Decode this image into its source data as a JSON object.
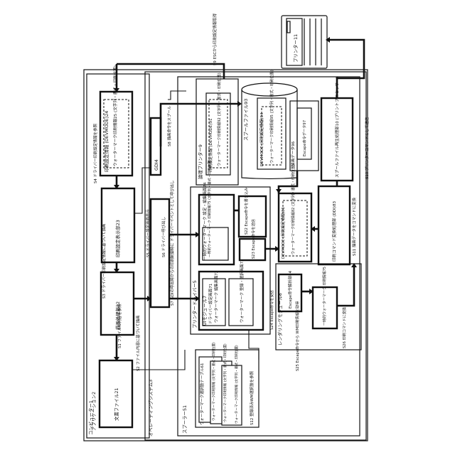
{
  "labels": {
    "computer": "コンピューター1",
    "application": "アプリケーション2",
    "os": "オペレーティングシステム3",
    "document_file": "文書ファイル21",
    "edit_processing": "描画処理部22",
    "print_setting_editor": "印刷設定表示部23",
    "printer_setting_info_a": "印刷設定情報 (DEVMODE)24",
    "printer_setting_info_a_sub": "ウォーターマーク印刷情報25 (文字列・書式・印刷位置)",
    "gdi": "GDI4",
    "printer_driver": "プリンタードライバー5",
    "temp_watermark_a": "一時的ウォーターマーク 設定・編集画面74",
    "temp_watermark_b": "一時的ウォーターマーク 印刷情報75 (文字列・書式・印刷位置)",
    "ui_module": "UIモジュール7",
    "driver_setting_screen": "ドライバー設定画面71",
    "watermark_edit_screen": "ウォーターマーク 編集画面72",
    "watermark_select_screen": "ウォーターマーク 登録・選択画面73",
    "rendering_module": "レンダリングモジュール8",
    "escape_analysis": "Escape命令解析部84",
    "temp_watermark_render": "一時的ウォーターマーク 印刷情報75",
    "devmode_info_render": "DEVMODE (印刷設定情報)81",
    "devmode_info_render_sub": "ウォーターマーク印刷情報82 (文字列・書式・印刷位置)",
    "print_command_gen": "印刷コマンド変換処理部 (DDI)83",
    "logical_printer": "論理プリンター9",
    "logical_devmode": "印刷設定情報 (DEVMODE)91",
    "logical_devmode_sub": "ウォーターマーク印刷情報92 (文字列・書式・印刷位置)",
    "spool_file": "スプールファイル93",
    "spool_devmode": "DEVMODE (印刷設定情報)94",
    "spool_devmode_sub": "ウォーターマーク印刷情報95 (文字列・書式・印刷位置)",
    "drawing_data": "描画データ96",
    "escape_command_data": "Escape命令データ97",
    "spool_process": "スプールファイル再生処理部10 (プリントプロセッサー)",
    "spooler": "スプーラー51",
    "registry_table": "ウォーターマーク選択肢テーブル61",
    "registry_item_1": "ウォーターマーク印刷情報 (文字列・書式・印刷位置)",
    "registry_item_2": "ウォーターマーク印刷情報 (文字列・書式・印刷位置)",
    "registry_item_3": "ウォーターマーク印刷情報 (文字列・書式・印刷位置)",
    "printer": "プリンター11",
    "spool_file_print_data": "スプールファイル再生",
    "s1": "S1 ファイルの内容を参照",
    "s2": "S2 ファイル内容に基づいて描画",
    "s3": "S3 ドライバー印刷設定情報に基づいて描画",
    "s4": "S4 ドライバー印刷設定情報を参照",
    "s5": "S5 ドライバー設定画面表示",
    "s6": "S6 ドライバー呼び出し",
    "s7": "S7 GDIの呼出時からの印刷制御時に ドライバーイベントとして呼び出し",
    "s8": "S8 描画命令をスプール",
    "s9": "S9 ESCから印刷設定情報取得",
    "s10": "S10 プリンターコマンドとして送信",
    "s11": "S11 描画データをコマンドに変換",
    "s12": "S12 登録済みWM選択肢を参照",
    "s21": "S21 ドライバー印刷設定情報",
    "s22": "S22 Escape命令を書き込み",
    "s23": "S23 Escape命令を送信",
    "s24": "S24 Escape命令を受信",
    "s25": "S25 Escape命令から WM印刷情報を取得",
    "s26": "S26 印刷コマンドに変換"
  }
}
